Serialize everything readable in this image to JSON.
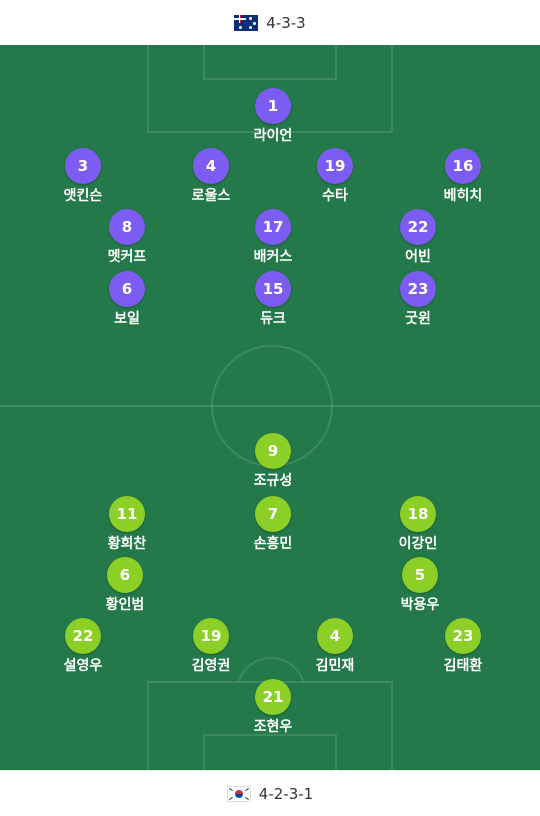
{
  "top": {
    "flag": "australia-flag",
    "formation": "4-3-3"
  },
  "bottom": {
    "flag": "south-korea-flag",
    "formation": "4-2-3-1"
  },
  "colors": {
    "pitch": "#24794a",
    "australia": "#7c5cf2",
    "korea": "#8ccf26"
  },
  "australia": [
    {
      "number": "1",
      "name": "라이언"
    },
    {
      "number": "3",
      "name": "앳킨슨"
    },
    {
      "number": "4",
      "name": "로울스"
    },
    {
      "number": "19",
      "name": "수타"
    },
    {
      "number": "16",
      "name": "베히치"
    },
    {
      "number": "8",
      "name": "멧커프"
    },
    {
      "number": "17",
      "name": "배커스"
    },
    {
      "number": "22",
      "name": "어빈"
    },
    {
      "number": "6",
      "name": "보일"
    },
    {
      "number": "15",
      "name": "듀크"
    },
    {
      "number": "23",
      "name": "굿윈"
    }
  ],
  "korea": [
    {
      "number": "9",
      "name": "조규성"
    },
    {
      "number": "11",
      "name": "황희찬"
    },
    {
      "number": "7",
      "name": "손흥민"
    },
    {
      "number": "18",
      "name": "이강인"
    },
    {
      "number": "6",
      "name": "황인범"
    },
    {
      "number": "5",
      "name": "박용우"
    },
    {
      "number": "22",
      "name": "설영우"
    },
    {
      "number": "19",
      "name": "김영권"
    },
    {
      "number": "4",
      "name": "김민재"
    },
    {
      "number": "23",
      "name": "김태환"
    },
    {
      "number": "21",
      "name": "조현우"
    }
  ]
}
